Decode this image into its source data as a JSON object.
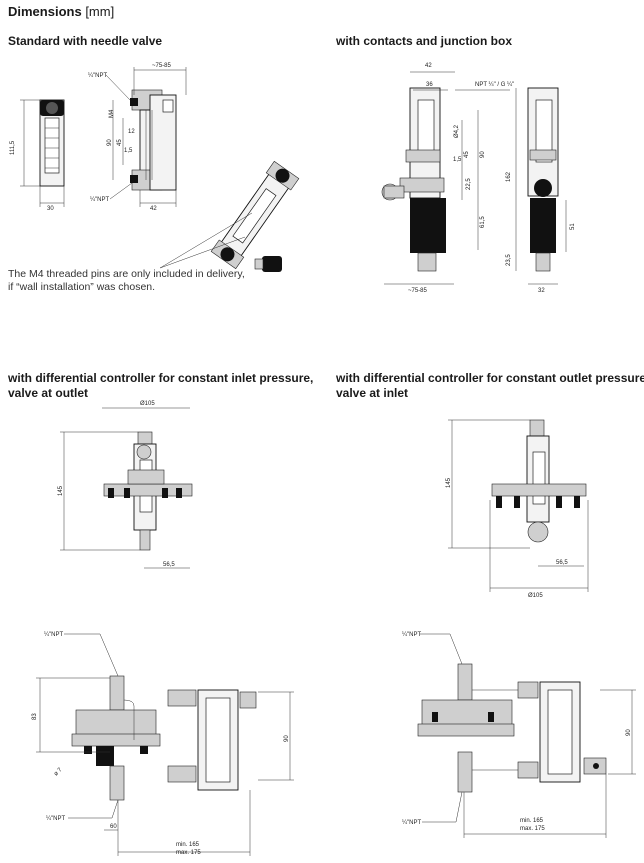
{
  "page": {
    "title_bold": "Dimensions",
    "title_unit": "[mm]"
  },
  "sections": {
    "needle_valve": "Standard with needle valve",
    "contacts_box": "with contacts and junction box",
    "diff_inlet_line1": "with differential controller for constant inlet pressure,",
    "diff_inlet_line2": "valve at outlet",
    "diff_outlet_line1": "with differential controller for constant outlet pressure",
    "diff_outlet_line2": "valve at inlet"
  },
  "note": {
    "line1": "The M4 threaded pins are only included in delivery,",
    "line2": "if “wall installation” was chosen."
  },
  "dims": {
    "d_75_85": "~75-85",
    "npt_q": "¼\"NPT",
    "d_111_5": "111,5",
    "d_90": "90",
    "d_45": "45",
    "m4": "M4",
    "d_12": "12",
    "d_1_5": "1,5",
    "d_30": "30",
    "d_42": "42",
    "d_36": "36",
    "npt_g": "NPT ¼\" / G ¼\"",
    "d_4_2": "Ø4,2",
    "d_22_5": "22,5",
    "d_61_5": "61,5",
    "d_162": "162",
    "d_51": "51",
    "d_23_5": "23,5",
    "d_32": "32",
    "d_105": "Ø105",
    "d_145": "145",
    "d_56_5": "56,5",
    "d_83": "83",
    "d_7": "ø 7",
    "d_60": "60",
    "min165": "min. 165",
    "max175": "max. 175"
  }
}
